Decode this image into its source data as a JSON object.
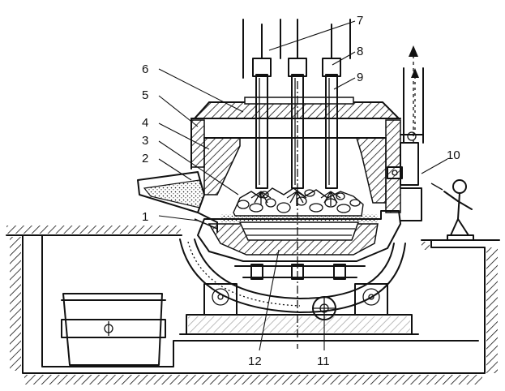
{
  "diagram": {
    "colors": {
      "ink": "#111111",
      "paper": "#ffffff"
    },
    "labels": [
      {
        "id": "1",
        "text": "1"
      },
      {
        "id": "2",
        "text": "2"
      },
      {
        "id": "3",
        "text": "3"
      },
      {
        "id": "4",
        "text": "4"
      },
      {
        "id": "5",
        "text": "5"
      },
      {
        "id": "6",
        "text": "6"
      },
      {
        "id": "7",
        "text": "7"
      },
      {
        "id": "8",
        "text": "8"
      },
      {
        "id": "9",
        "text": "9"
      },
      {
        "id": "10",
        "text": "10"
      },
      {
        "id": "11",
        "text": "11"
      },
      {
        "id": "12",
        "text": "12"
      }
    ]
  }
}
